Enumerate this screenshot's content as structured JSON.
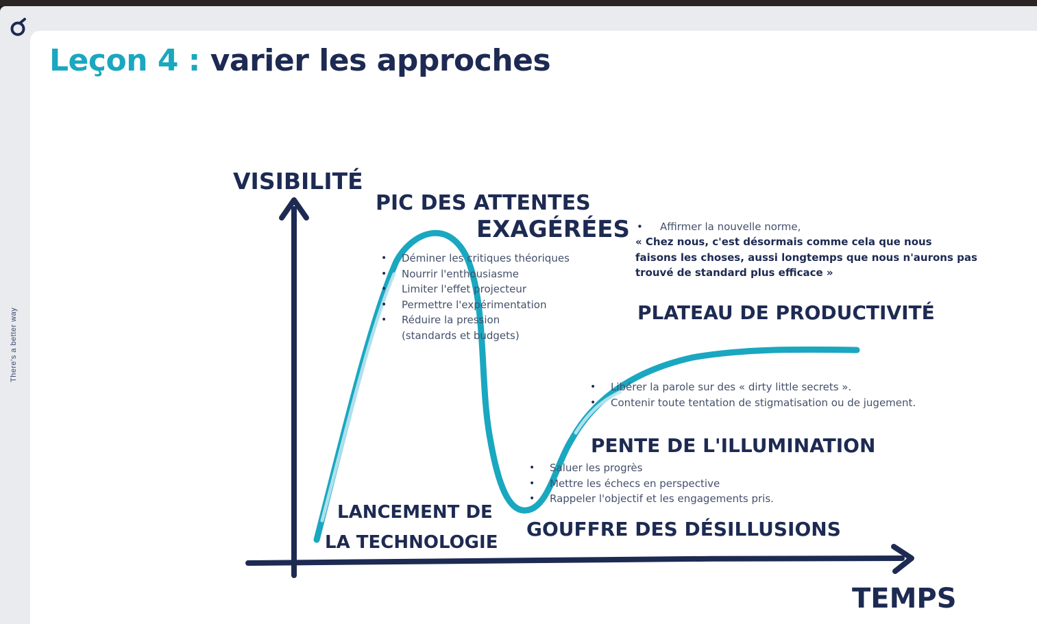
{
  "slide": {
    "title_accent": "Leçon 4 :",
    "title_main": "varier les approches",
    "side_tagline": "There's a better way"
  },
  "diagram": {
    "y_axis_label": "VISIBILITÉ",
    "x_axis_label": "TEMPS",
    "phases": {
      "launch_line1": "LANCEMENT DE",
      "launch_line2": "LA TECHNOLOGIE",
      "peak_line1": "PIC DES ATTENTES",
      "peak_line2": "EXAGÉRÉES",
      "trough": "GOUFFRE DES DÉSILLUSIONS",
      "slope": "PENTE DE L'ILLUMINATION",
      "plateau": "PLATEAU DE PRODUCTIVITÉ"
    },
    "peak_bullets": [
      "Déminer les critiques théoriques",
      "Nourrir l'enthousiasme",
      "Limiter l'effet projecteur",
      "Permettre l'expérimentation",
      "Réduire la pression"
    ],
    "peak_bullet_continuation": "(standards et budgets)",
    "trough_bullets": [
      "Saluer les progrès",
      "Mettre les échecs en perspective",
      "Rappeler l'objectif et les engagements pris."
    ],
    "slope_bullets": [
      "Libérer la parole sur des « dirty little secrets ».",
      "Contenir toute tentation de stigmatisation ou de jugement."
    ],
    "plateau_bullet": "Affirmer la nouvelle norme,",
    "plateau_quote": "« Chez nous, c'est désormais comme cela que nous\nfaisons les choses, aussi longtemps que nous n'aurons pas\ntrouvé de standard plus efficace »",
    "colors": {
      "curve": "#1aa7c0",
      "curve_light": "#bfe7ef",
      "axes": "#1d2a52",
      "title_accent": "#1aa7c0"
    }
  }
}
